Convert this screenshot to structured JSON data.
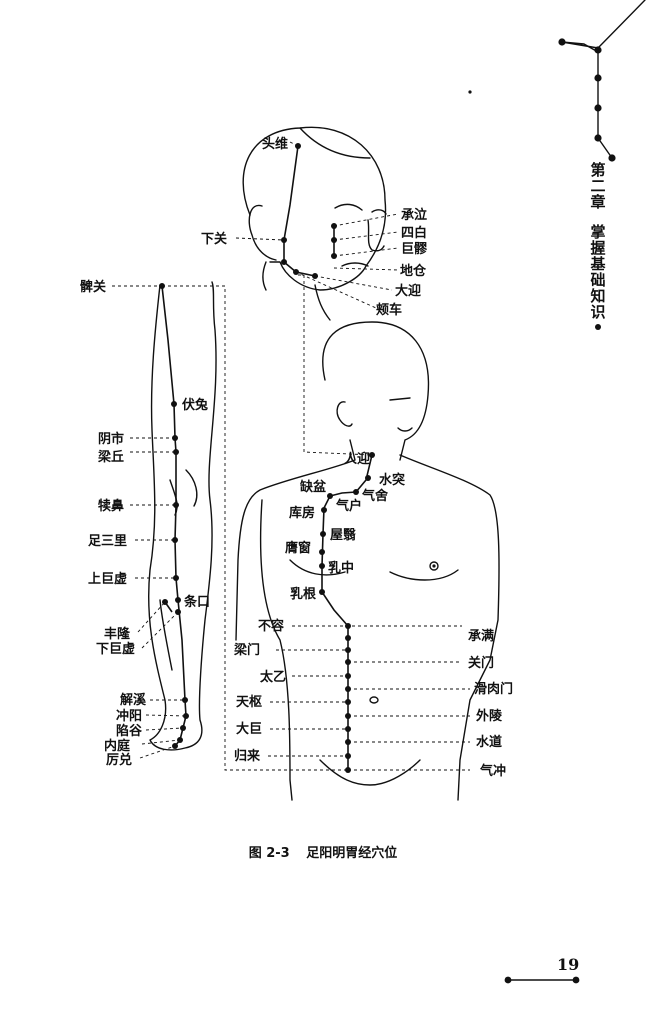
{
  "page": {
    "chapter_label": "第二章 掌握基础知识",
    "chapter_num_text": "第二章",
    "chapter_title_text": "掌握基础知识",
    "page_number": "19"
  },
  "figure": {
    "caption_number": "图 2-3",
    "caption_title": "足阳明胃经穴位",
    "acupoints": {
      "head": [
        "头维",
        "下关",
        "承泣",
        "四白",
        "巨髎",
        "地仓",
        "大迎",
        "颊车"
      ],
      "leg": [
        "髀关",
        "伏兔",
        "阴市",
        "梁丘",
        "犊鼻",
        "足三里",
        "上巨虚",
        "条口",
        "丰隆",
        "下巨虚",
        "解溪",
        "冲阳",
        "陷谷",
        "内庭",
        "厉兑"
      ],
      "torso": [
        "人迎",
        "水突",
        "缺盆",
        "气舍",
        "气户",
        "库房",
        "屋翳",
        "膺窗",
        "乳中",
        "乳根",
        "不容",
        "承满",
        "梁门",
        "关门",
        "太乙",
        "滑肉门",
        "天枢",
        "外陵",
        "大巨",
        "水道",
        "归来",
        "气冲"
      ]
    }
  }
}
